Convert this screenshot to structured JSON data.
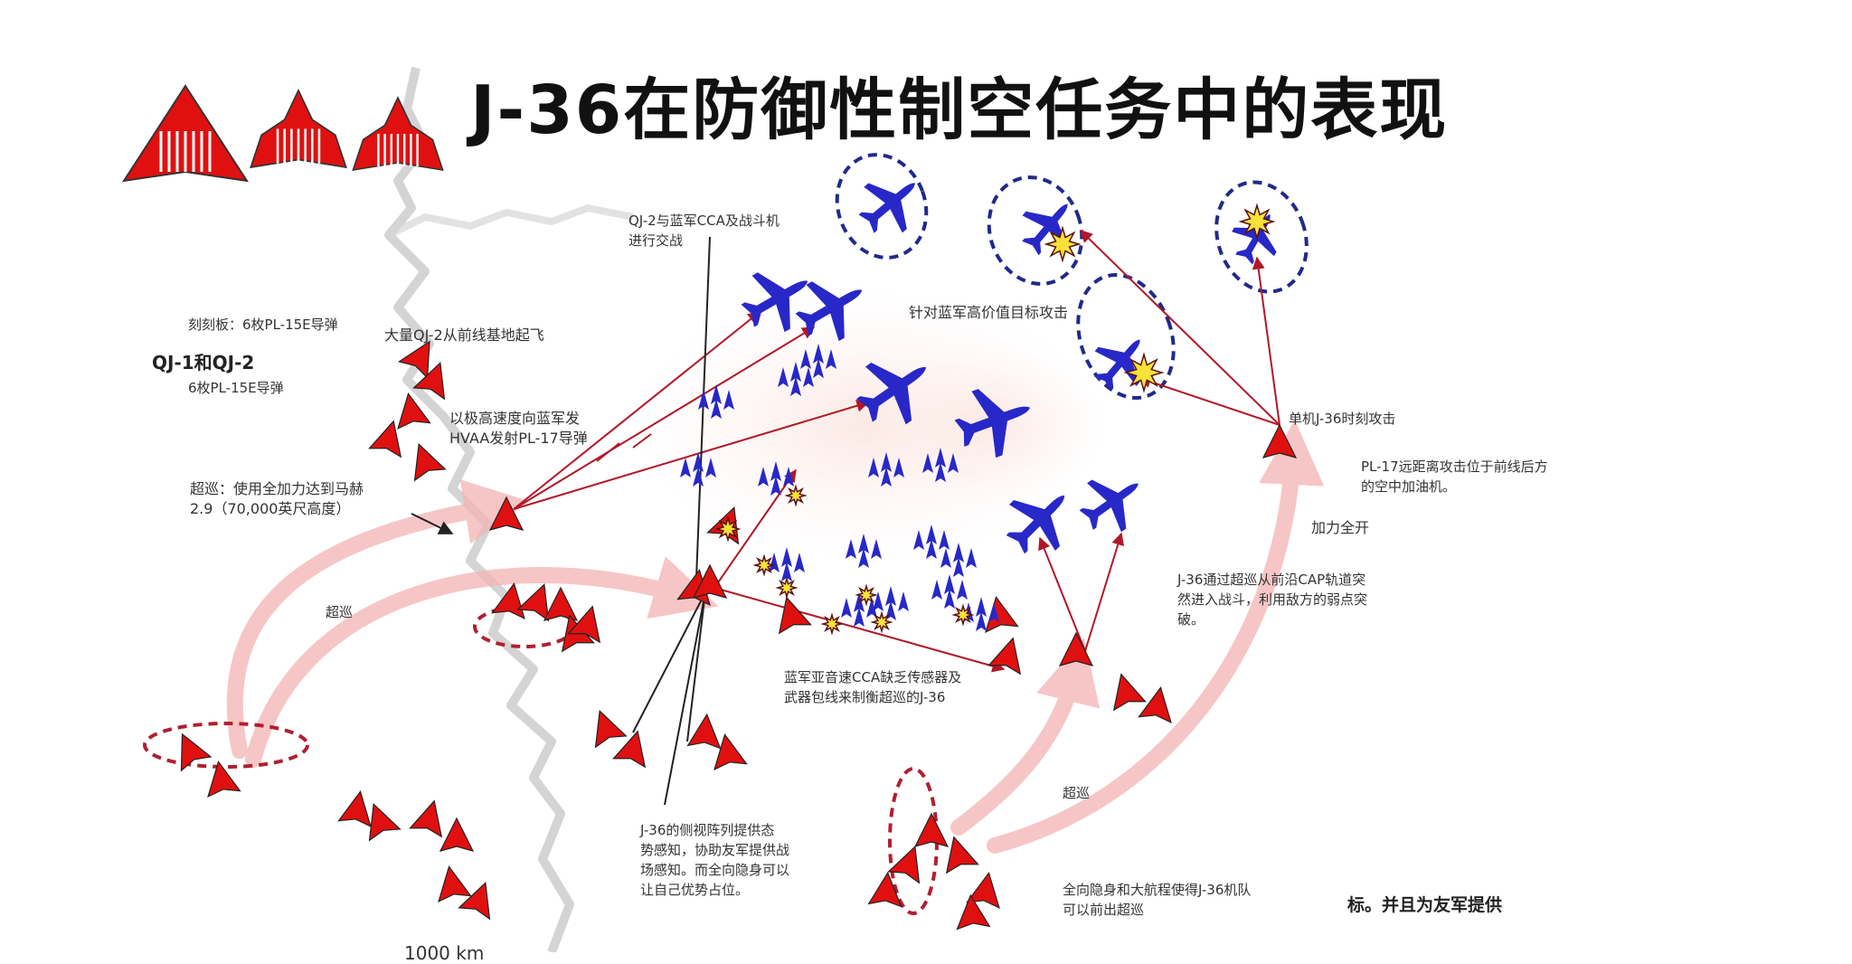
{
  "title": "J-36在防御性制空任务中的表现",
  "labels": {
    "qj_engage": [
      "QJ-2与蓝军CCA及战斗机",
      "进行交战"
    ],
    "strike_hvt": "针对蓝军高价值目标攻击",
    "qj_missiles": "刻刻板：6枚PL-15E导弹",
    "qj_name": "QJ-1和QJ-2",
    "qj_missiles2": "6枚PL-15E导弹",
    "qj2_takeoff": "大量QJ-2从前线基地起飞",
    "hvaa_launch": [
      "以极高速度向蓝军发",
      "HVAA发射PL-17导弹"
    ],
    "supercruise_mach": [
      "超巡：使用全加力达到马赫",
      "2.9（70,000英尺高度）"
    ],
    "supercruise_1": "超巡",
    "single_j36": "单机J-36时刻攻击",
    "pl17_attack": [
      "PL-17远距离攻击位于前线后方",
      "的空中加油机。"
    ],
    "afterburner": "加力全开",
    "cap_transit": [
      "J-36通过超巡从前沿CAP轨道突",
      "然进入战斗，利用敌方的弱点突",
      "破。"
    ],
    "blue_cca_lack": [
      "蓝军亚音速CCA缺乏传感器及",
      "武器包线来制衡超巡的J-36"
    ],
    "awareness": [
      "J-36的侧视阵列提供态",
      "势感知，协助友军提供战",
      "场感知。而全向隐身可以",
      "让自己优势占位。"
    ],
    "supercruise_2": "超巡",
    "stealth_escape": [
      "全向隐身和大航程使得J-36机队",
      "可以前出超巡"
    ],
    "footer": "标。并且为友军提供",
    "scale": "1000 km"
  },
  "colors": {
    "red": "#e01010",
    "blue": "#2828c8",
    "dashed_red": "#b02030",
    "dashed_blue": "#202a8a",
    "arrow_pink": "#f4b4b4",
    "line_red": "#b01828",
    "star": "#f7e23a"
  },
  "icons": {
    "red_aircraft": "red-triangle-icon",
    "blue_aircraft": "blue-plane-icon",
    "explosion": "explosion-star-icon"
  }
}
